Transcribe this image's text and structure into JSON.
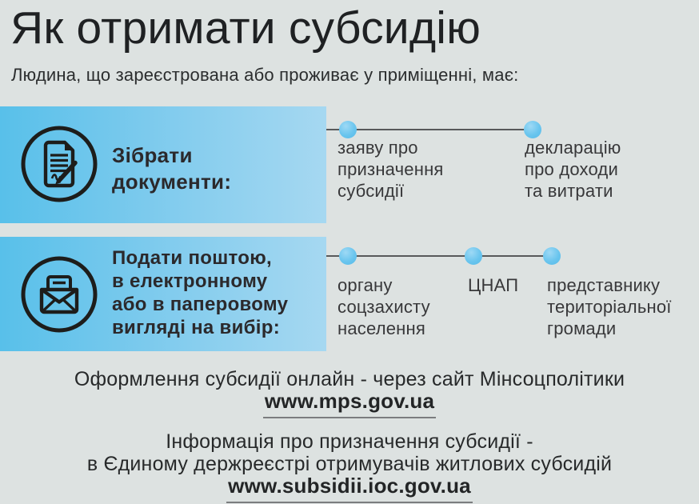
{
  "page": {
    "title": "Як отримати субсидію",
    "subtitle": "Людина, що зареєстрована або проживає у приміщенні, має:"
  },
  "steps": [
    {
      "icon": "document-pen-icon",
      "heading": "Зібрати\nдокументи:",
      "items": [
        "заяву про\nпризначення\nсубсидії",
        "декларацію\nпро доходи\nта витрати"
      ]
    },
    {
      "icon": "envelope-letter-icon",
      "heading": "Подати поштою,\nв електронному\nабо в паперовому\nвигляді на вибір:",
      "items": [
        "органу\nсоцзахисту\nнаселення",
        "ЦНАП",
        "представнику\nтериторіальної\nгромади"
      ]
    }
  ],
  "footer": {
    "online_line": "Оформлення субсидії онлайн - через сайт Мінсоцполітики",
    "online_url": "www.mps.gov.ua",
    "registry_line1": "Інформація про призначення субсидії -",
    "registry_line2": "в Єдиному держреєстрі отримувачів житлових субсидій",
    "registry_url": "www.subsidii.ioc.gov.ua"
  },
  "colors": {
    "background": "#dde2e1",
    "box_gradient_start": "#58c0ea",
    "box_gradient_end": "#a6d8f1",
    "dot_blue": "#66c4ed",
    "connector_gray": "#58595b",
    "icon_dark": "#1d1d1b",
    "text_dark": "#232526",
    "underline_gray": "#7b7d7f"
  }
}
